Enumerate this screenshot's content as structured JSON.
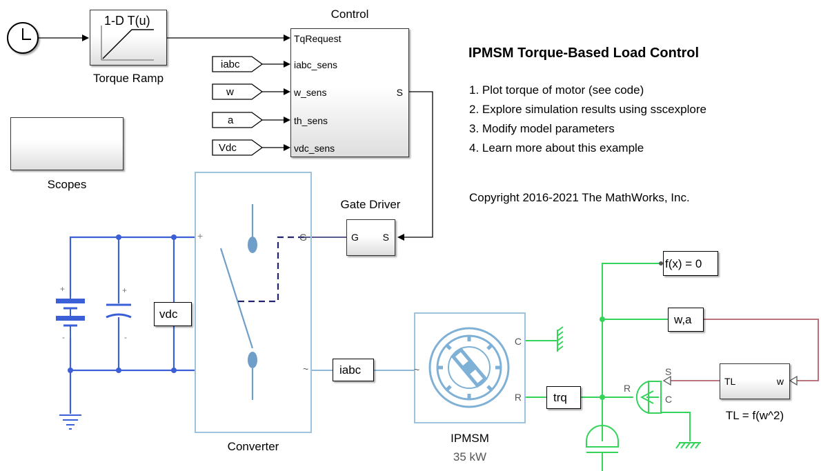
{
  "title": "IPMSM Torque-Based Load Control",
  "instructions": [
    "1. Plot torque of motor (see code)",
    "2. Explore simulation results using sscexplore",
    "3. Modify model parameters",
    "4. Learn more about this example"
  ],
  "copyright": "Copyright 2016-2021 The MathWorks, Inc.",
  "blocks": {
    "torque_ramp": {
      "icon_text": "1-D T(u)",
      "label": "Torque Ramp"
    },
    "control": {
      "title": "Control",
      "inputs": [
        "TqRequest",
        "iabc_sens",
        "w_sens",
        "th_sens",
        "vdc_sens"
      ],
      "output": "S"
    },
    "from_tags": [
      "iabc",
      "w",
      "a",
      "Vdc"
    ],
    "scopes": {
      "label": "Scopes"
    },
    "gate_driver": {
      "title": "Gate Driver",
      "in_port": "G",
      "out_port": "S"
    },
    "converter": {
      "label": "Converter",
      "port_g": "G",
      "port_plus": "+",
      "port_ac": "~"
    },
    "vdc_goto": "vdc",
    "iabc_goto": "iabc",
    "ipmsm": {
      "label": "IPMSM",
      "sublabel": "35 kW",
      "port_c": "C",
      "port_r": "R",
      "port_ac": "~"
    },
    "trq_goto": "trq",
    "solver": "f(x) = 0",
    "wa_goto": "w,a",
    "tl_block": {
      "in_port": "TL",
      "out_port": "w",
      "label": "TL = f(w^2)"
    },
    "torque_source": {
      "port_s": "S",
      "port_r": "R",
      "port_c": "C"
    },
    "battery_signs": [
      "+",
      "-"
    ],
    "capacitor_signs": [
      "+",
      "-"
    ]
  }
}
